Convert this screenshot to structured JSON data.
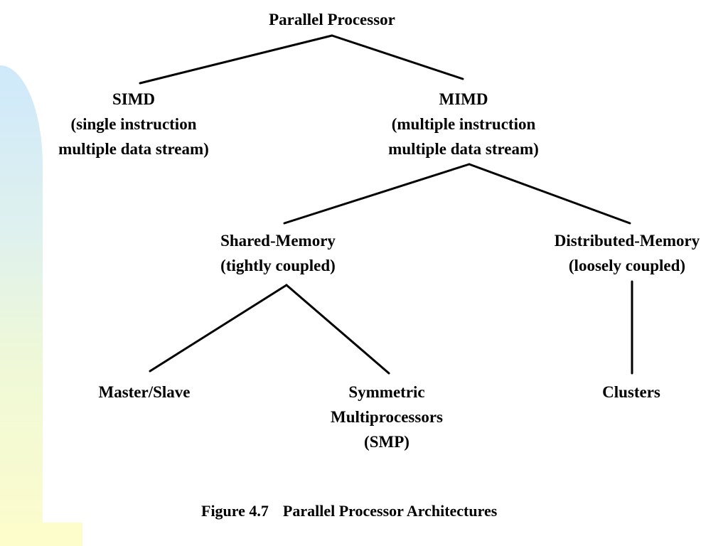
{
  "diagram": {
    "root": {
      "title": "Parallel Processor"
    },
    "simd": {
      "title": "SIMD",
      "line1": "(single instruction",
      "line2": "multiple data stream)"
    },
    "mimd": {
      "title": "MIMD",
      "line1": "(multiple instruction",
      "line2": "multiple data stream)"
    },
    "shared_memory": {
      "title": "Shared-Memory",
      "line1": "(tightly coupled)"
    },
    "distributed_memory": {
      "title": "Distributed-Memory",
      "line1": "(loosely coupled)"
    },
    "master_slave": {
      "title": "Master/Slave"
    },
    "smp": {
      "line1": "Symmetric",
      "line2": "Multiprocessors",
      "line3": "(SMP)"
    },
    "clusters": {
      "title": "Clusters"
    }
  },
  "caption": {
    "number": "Figure 4.7",
    "text": "Parallel Processor Architectures"
  },
  "colors": {
    "background": "#ffffff",
    "text": "#000000",
    "strip_top": "#cfe9fb",
    "strip_bottom": "#fdfccb"
  }
}
